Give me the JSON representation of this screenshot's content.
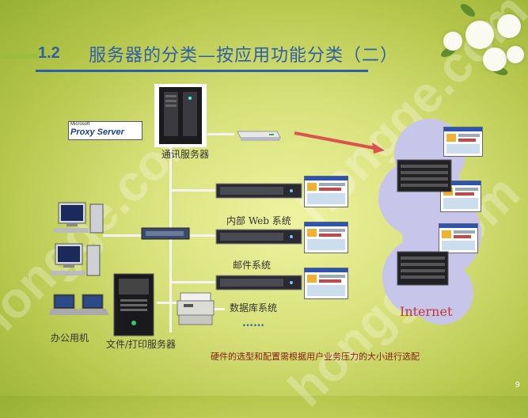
{
  "slide": {
    "title_number": "1.2",
    "title_text": "服务器的分类—按应用功能分类（二）",
    "page_number": "9"
  },
  "proxy": {
    "brand": "Microsoft",
    "product": "Proxy Server"
  },
  "labels": {
    "comm_server": "通讯服务器",
    "internal_web": "内部 Web 系统",
    "mail": "邮件系统",
    "database": "数据库系统",
    "ellipsis": "……",
    "office_pc": "办公用机",
    "file_print": "文件/打印服务器",
    "internet": "Internet"
  },
  "note": "硬件的选型和配置需根据用户业务压力的大小进行选配",
  "colors": {
    "title": "#2f5fa6",
    "arrow": "#d9534f",
    "internet": "#c0392b",
    "cloud": "#c8c5ea"
  }
}
